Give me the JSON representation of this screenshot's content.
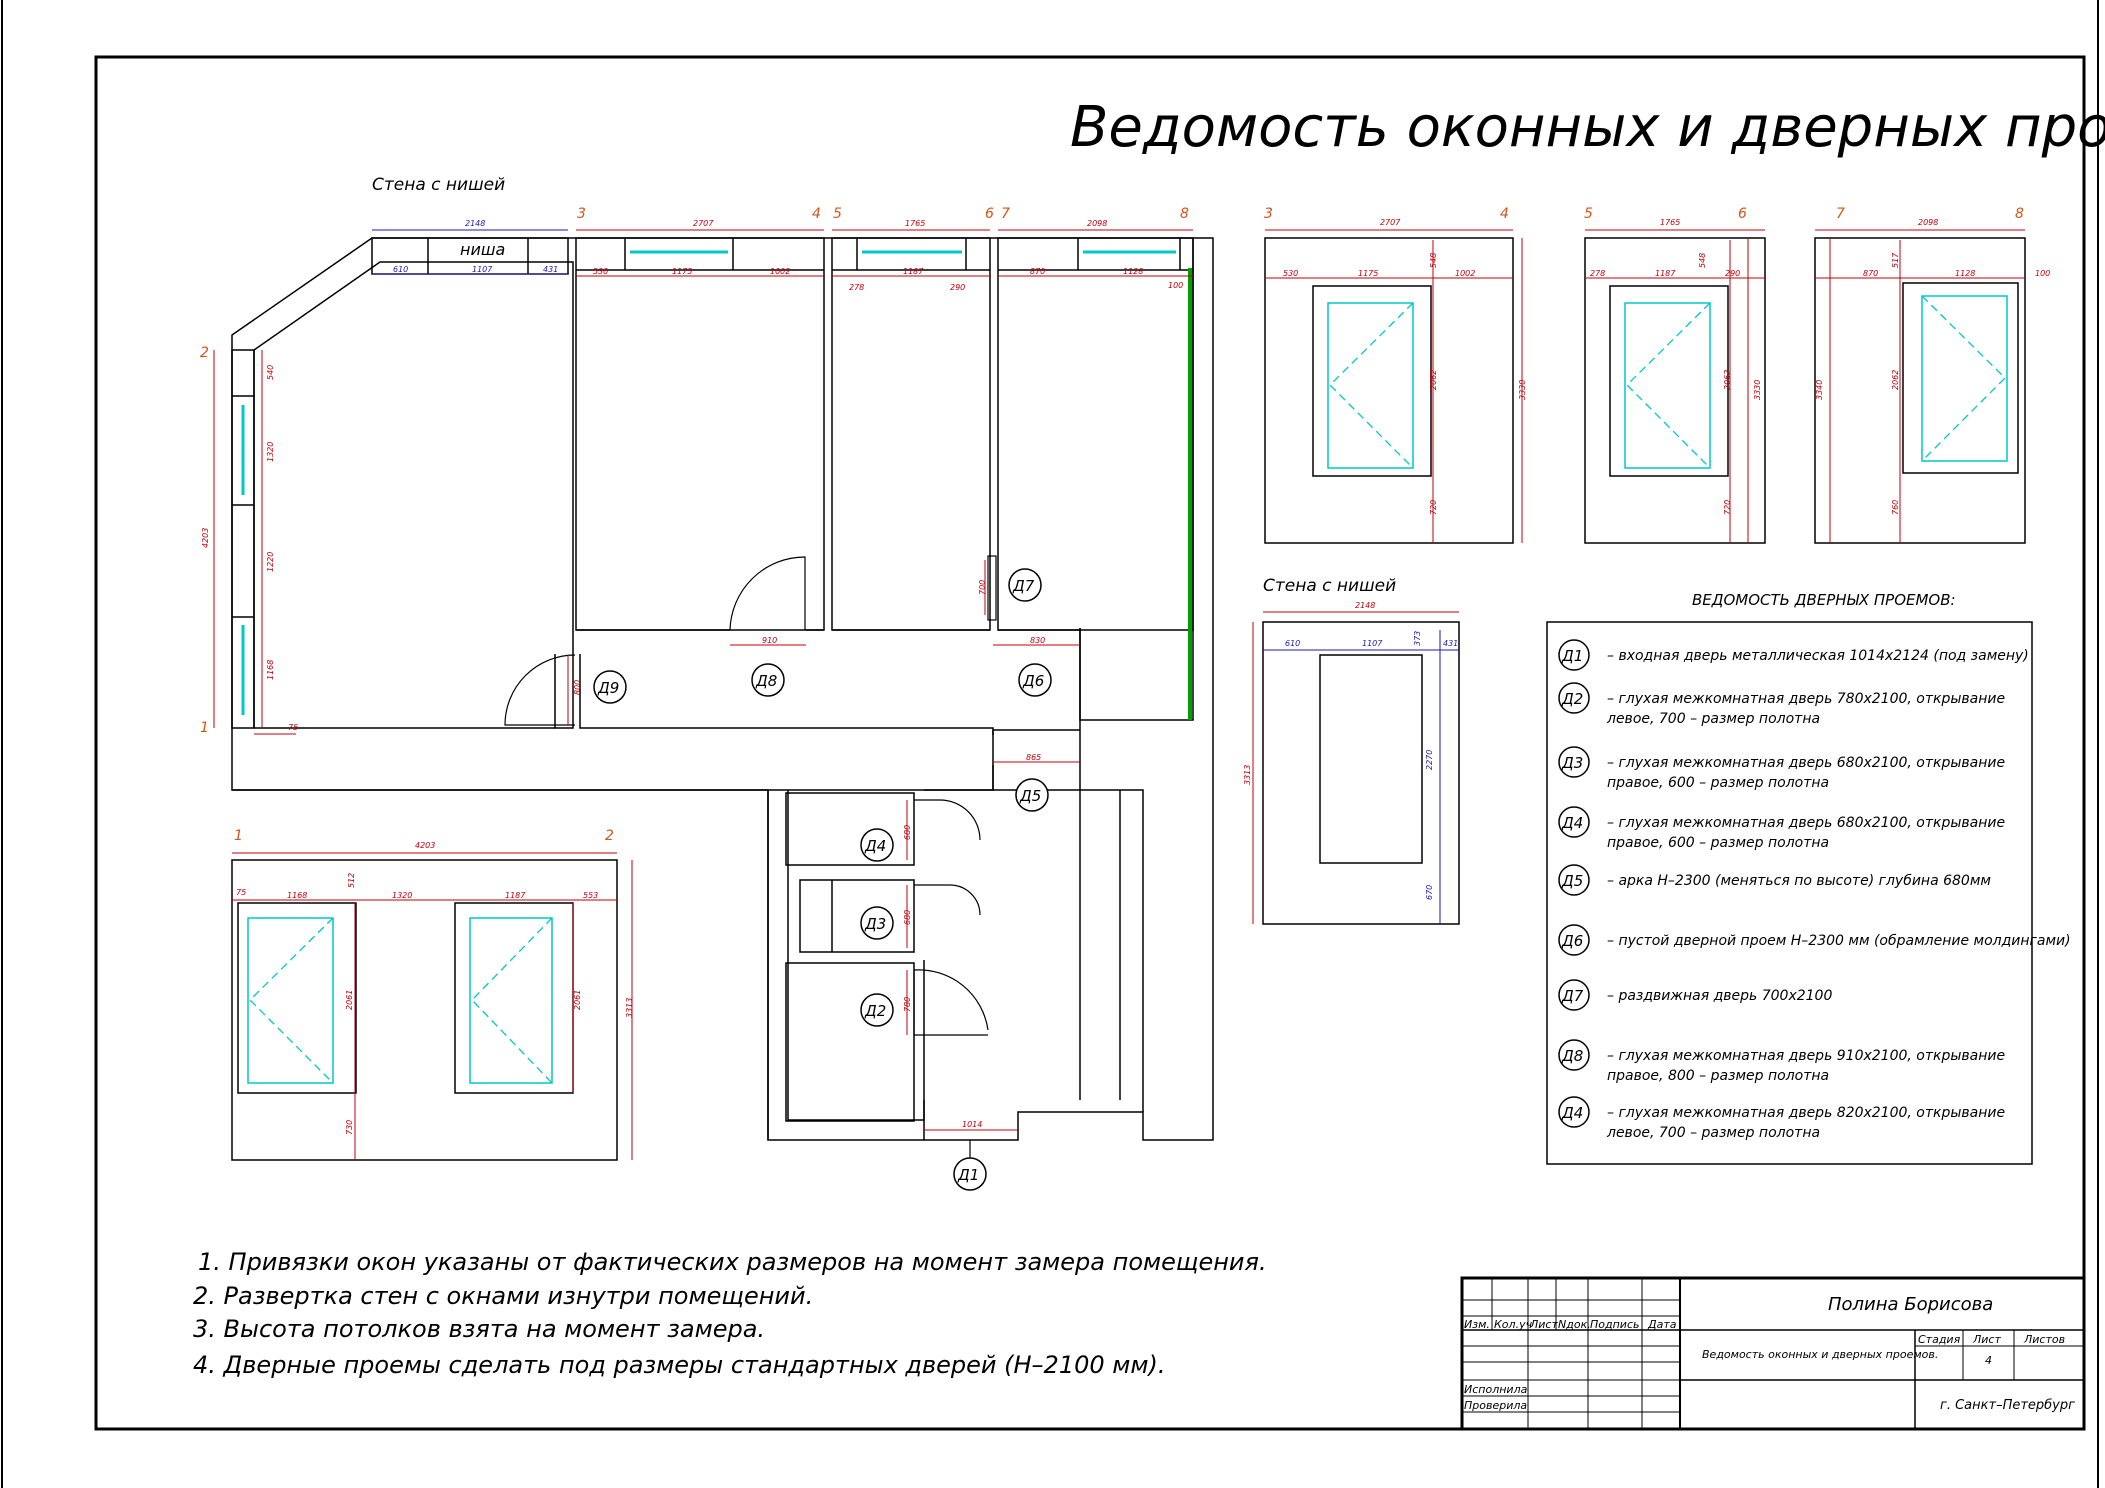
{
  "title": "Ведомость оконных и дверных проемов.",
  "wall_with_niche_label": "Стена с нишей",
  "niche_label": "ниша",
  "axes": [
    "1",
    "2",
    "3",
    "4",
    "5",
    "6",
    "7",
    "8"
  ],
  "plan_dims": {
    "niche_total": "2148",
    "niche_left": "610",
    "niche_mid": "1107",
    "niche_right": "431",
    "wall_34": "2707",
    "wall_34_a": "530",
    "wall_34_b": "1175",
    "wall_34_c": "1002",
    "wall_56": "1765",
    "wall_56_a": "278",
    "wall_56_b": "1187",
    "wall_56_c": "290",
    "wall_78": "2098",
    "wall_78_a": "870",
    "wall_78_b": "1128",
    "wall_78_c": "100",
    "left_total": "4203",
    "left_a": "540",
    "left_b": "1320",
    "left_c": "1220",
    "left_d": "1168",
    "left_e": "75",
    "d8_w": "910",
    "d6_w": "830",
    "d5_w": "865",
    "d1_w": "1014",
    "d9_w": "800",
    "d7_w": "700",
    "d4_w": "680",
    "d3_w": "680",
    "d2_w": "780"
  },
  "elev_dims": {
    "e12_total": "4203",
    "e12_a": "75",
    "e12_b": "1168",
    "e12_c": "512",
    "e12_d": "1320",
    "e12_e": "1187",
    "e12_f": "553",
    "e12_h1": "2061",
    "e12_h2": "2061",
    "e12_low": "730",
    "e12_height": "3313",
    "e34_a": "530",
    "e34_b": "1175",
    "e34_c": "1002",
    "e34_top": "548",
    "e34_win": "2062",
    "e34_low": "720",
    "e34_height": "3330",
    "e56_a": "278",
    "e56_b": "1187",
    "e56_c": "290",
    "e56_top": "548",
    "e56_win": "2062",
    "e56_low": "720",
    "e56_height": "3330",
    "e78_a": "870",
    "e78_b": "1128",
    "e78_c": "100",
    "e78_top": "517",
    "e78_win": "2062",
    "e78_low": "760",
    "e78_height": "3340",
    "niche_total": "2148",
    "niche_a": "610",
    "niche_b": "1107",
    "niche_c": "431",
    "niche_top": "373",
    "niche_h": "2270",
    "niche_low": "670",
    "niche_height": "3313"
  },
  "door_tags": [
    "Д1",
    "Д2",
    "Д3",
    "Д4",
    "Д5",
    "Д6",
    "Д7",
    "Д8",
    "Д9"
  ],
  "legend": {
    "title": "ВЕДОМОСТЬ ДВЕРНЫХ ПРОЕМОВ:",
    "items": [
      {
        "tag": "Д1",
        "line1": "– входная дверь металлическая 1014х2124 (под замену)",
        "line2": ""
      },
      {
        "tag": "Д2",
        "line1": "– глухая межкомнатная дверь 780х2100, открывание",
        "line2": "левое, 700 – размер полотна"
      },
      {
        "tag": "Д3",
        "line1": "– глухая межкомнатная дверь 680х2100, открывание",
        "line2": "правое, 600 – размер полотна"
      },
      {
        "tag": "Д4",
        "line1": "– глухая межкомнатная дверь 680х2100, открывание",
        "line2": "правое, 600 – размер полотна"
      },
      {
        "tag": "Д5",
        "line1": "– арка Н–2300 (меняться по высоте) глубина 680мм",
        "line2": ""
      },
      {
        "tag": "Д6",
        "line1": "– пустой дверной проем Н–2300 мм (обрамление молдингами)",
        "line2": ""
      },
      {
        "tag": "Д7",
        "line1": "– раздвижная дверь 700х2100",
        "line2": ""
      },
      {
        "tag": "Д8",
        "line1": "– глухая межкомнатная дверь 910х2100, открывание",
        "line2": "правое, 800 – размер полотна"
      },
      {
        "tag": "Д4",
        "line1": "– глухая межкомнатная дверь 820х2100, открывание",
        "line2": "левое, 700 – размер полотна"
      }
    ]
  },
  "notes": [
    "1. Привязки окон указаны от фактических размеров на момент замера помещения.",
    "2. Развертка стен с окнами изнутри помещений.",
    "3. Высота потолков взята на момент замера.",
    "4. Дверные проемы сделать под размеры стандартных дверей (Н–2100 мм)."
  ],
  "stamp": {
    "author": "Полина Борисова",
    "sheet_title": "Ведомость оконных и дверных проемов.",
    "headers": [
      "Изм.",
      "Кол.уч",
      "Лист",
      "Nдок.",
      "Подпись",
      "Дата"
    ],
    "role1": "Исполнила",
    "role2": "Проверила",
    "stage_label": "Стадия",
    "sheet_label": "Лист",
    "sheets_label": "Листов",
    "sheet_number": "4",
    "city": "г. Санкт–Петербург"
  },
  "colors": {
    "dimension": "#c0000a",
    "dimension_blue": "#1a1ab0",
    "window_glass": "#00c8c8",
    "axis": "#d4541a",
    "green_wall": "#00a000"
  }
}
